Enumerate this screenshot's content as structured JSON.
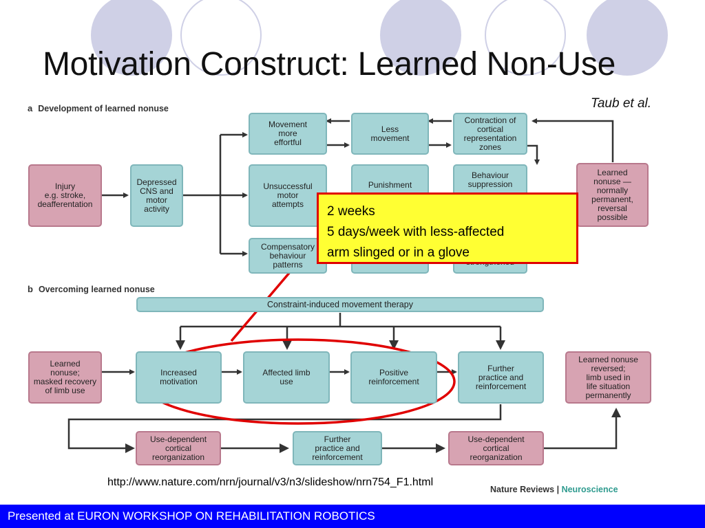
{
  "slide": {
    "title": "Motivation Construct: Learned Non-Use",
    "author": "Taub et al.",
    "source_url": "http://www.nature.com/nrn/journal/v3/n3/slideshow/nrn754_F1.html",
    "footer": "Presented at EURON WORKSHOP ON REHABILITATION ROBOTICS"
  },
  "colors": {
    "title_text": "#111111",
    "teal_box": "#a5d4d6",
    "pink_box": "#d7a3b2",
    "arrow": "#333333",
    "callout_fill": "#ffff33",
    "callout_border": "#e00000",
    "footer_bg": "#0000ff",
    "deco_circles": "#cfd0e6"
  },
  "diagram": {
    "section_a": {
      "letter": "a",
      "title": "Development of learned nonuse"
    },
    "section_b": {
      "letter": "b",
      "title": "Overcoming learned nonuse"
    },
    "a": {
      "injury": "Injury\ne.g. stroke,\ndeafferentation",
      "depressed_cns": "Depressed\nCNS and\nmotor\nactivity",
      "movement_effortful": "Movement\nmore\neffortful",
      "less_movement": "Less\nmovement",
      "contraction": "Contraction of\ncortical\nrepresentation\nzones",
      "unsuccessful": "Unsuccessful\nmotor\nattempts",
      "punishment": "Punishment",
      "behaviour_suppression": "Behaviour\nsuppression",
      "compensatory": "Compensatory\nbehaviour\npatterns",
      "strengthened": "strengthened",
      "learned_nonuse": "Learned\nnonuse —\nnormally\npermanent,\nreversal\npossible"
    },
    "b": {
      "banner": "Constraint-induced movement therapy",
      "learned_nonuse_masked": "Learned\nnonuse;\nmasked recovery\nof limb use",
      "increased_motivation": "Increased\nmotivation",
      "affected_limb": "Affected limb\nuse",
      "positive_reinforcement": "Positive\nreinforcement",
      "further_practice_top": "Further\npractice and\nreinforcement",
      "reversed": "Learned nonuse\nreversed;\nlimb used in\nlife situation\npermanently",
      "use_dependent_1": "Use-dependent\ncortical\nreorganization",
      "further_practice_bottom": "Further\npractice and\nreinforcement",
      "use_dependent_2": "Use-dependent\ncortical\nreorganization"
    }
  },
  "callout": {
    "line1": "2 weeks",
    "line2": "5 days/week with less-affected",
    "line3": "arm slinged or in a glove"
  },
  "brand": {
    "journal": "Nature Reviews",
    "separator": " | ",
    "field": "Neuroscience"
  }
}
